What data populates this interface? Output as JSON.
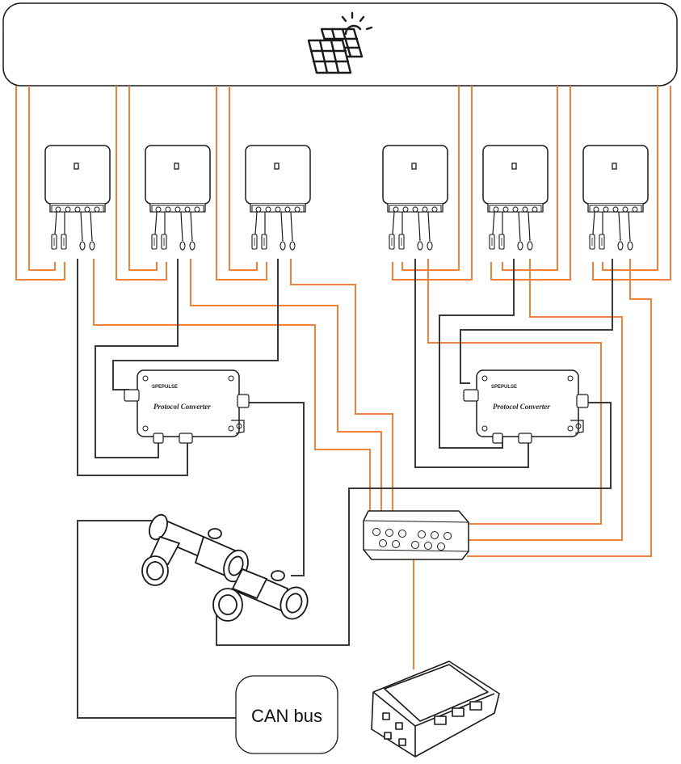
{
  "colors": {
    "wire_orange": "#F0823C",
    "wire_black": "#3A3A3A",
    "outline": "#1A1A1A",
    "fill": "#FFFFFF"
  },
  "solar_array": {
    "icon": "solar-panel-sun-icon"
  },
  "micro_inverters": [
    {
      "name": "micro-inverter-1"
    },
    {
      "name": "micro-inverter-2"
    },
    {
      "name": "micro-inverter-3"
    },
    {
      "name": "micro-inverter-4"
    },
    {
      "name": "micro-inverter-5"
    },
    {
      "name": "micro-inverter-6"
    }
  ],
  "protocol_converters": [
    {
      "brand": "SPEPULSE",
      "title": "Protocol Converter"
    },
    {
      "brand": "SPEPULSE",
      "title": "Protocol Converter"
    }
  ],
  "can_bus": {
    "label": "CAN bus"
  },
  "junction_box": {
    "icon": "junction-box-icon"
  },
  "t_connectors": {
    "icon": "t-connector-icon"
  },
  "battery": {
    "icon": "battery-box-icon"
  }
}
